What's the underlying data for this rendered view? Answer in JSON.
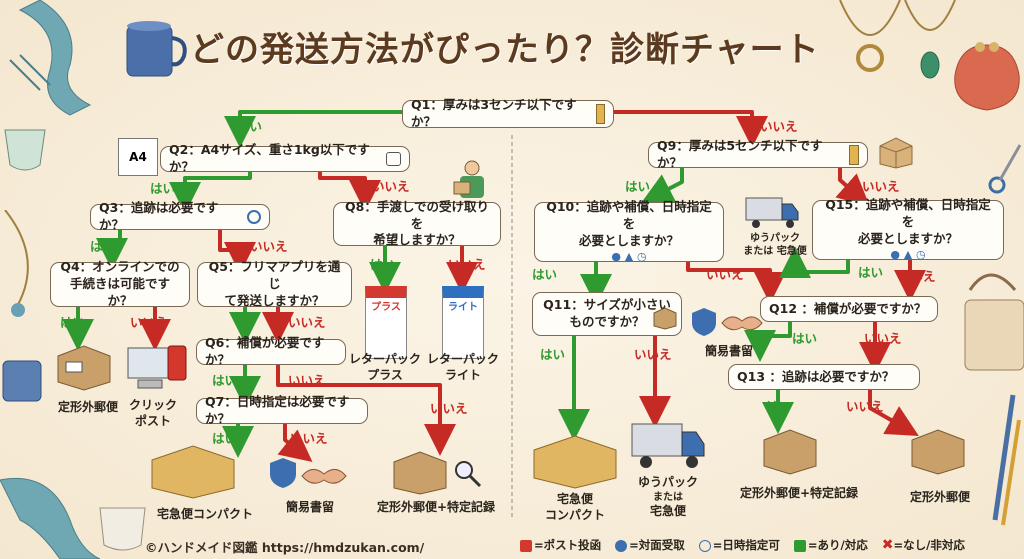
{
  "title": "どの発送方法がぴったり？診断チャート",
  "questions": {
    "q1": "Q1：厚みは3センチ以下ですか？",
    "q2": "Q2：A4サイズ、重さ1kg以下ですか？",
    "q3": "Q3：追跡は必要ですか？",
    "q4_l1": "Q4：オンラインでの",
    "q4_l2": "手続きは可能ですか？",
    "q5_l1": "Q5：フリマアプリを通じ",
    "q5_l2": "て発送しますか？",
    "q6": "Q6：補償が必要ですか？",
    "q7": "Q7：日時指定は必要ですか？",
    "q8_l1": "Q8：手渡しでの受け取りを",
    "q8_l2": "希望しますか？",
    "q9": "Q9：厚みは5センチ以下ですか？",
    "q10_l1": "Q10：追跡や補償、日時指定を",
    "q10_l2": "必要としますか？",
    "q11_l1": "Q11：サイズが小さい",
    "q11_l2": "ものですか？",
    "q12": "Q12 ：補償が必要ですか？",
    "q13": "Q13 ：追跡は必要ですか？",
    "q15_l1": "Q15：追跡や補償、日時指定を",
    "q15_l2": "必要としますか？"
  },
  "labels": {
    "yes": "はい",
    "no": "いいえ",
    "a4": "A4"
  },
  "results": {
    "teikei": "定形外郵便",
    "click_l1": "クリック",
    "click_l2": "ポスト",
    "takkyubin_compact": "宅急便コンパクト",
    "kan_i_kakitome": "簡易書留",
    "teikei_tokutei": "定形外郵便+特定記録",
    "letterpack_plus_l1": "レターパック",
    "letterpack_plus_l2": "プラス",
    "letterpack_light_l1": "レターパック",
    "letterpack_light_l2": "ライト",
    "lp_plus_tag": "プラス",
    "lp_light_tag": "ライト",
    "compact_right_l1": "宅急便",
    "compact_right_l2": "コンパクト",
    "yupack_l1": "ゆうパック",
    "yupack_l2": "または",
    "yupack_l3": "宅急便",
    "yupack_small_l1": "ゆうパック",
    "yupack_small_l2": "または 宅急便",
    "kan_i_right": "簡易書留",
    "teikei_tokutei_right": "定形外郵便+特定記録",
    "teikei_right": "定形外郵便"
  },
  "footer": {
    "copyright": "©ハンドメイド図鑑 https://hmdzukan.com/"
  },
  "legend": {
    "post": "=ポスト投函",
    "face": "=対面受取",
    "time": "=日時指定可",
    "yes": "=あり/対応",
    "no": "=なし/非対応"
  },
  "colors": {
    "yes": "#2f9a2f",
    "no": "#c62a25",
    "title": "#5b3a1f"
  }
}
